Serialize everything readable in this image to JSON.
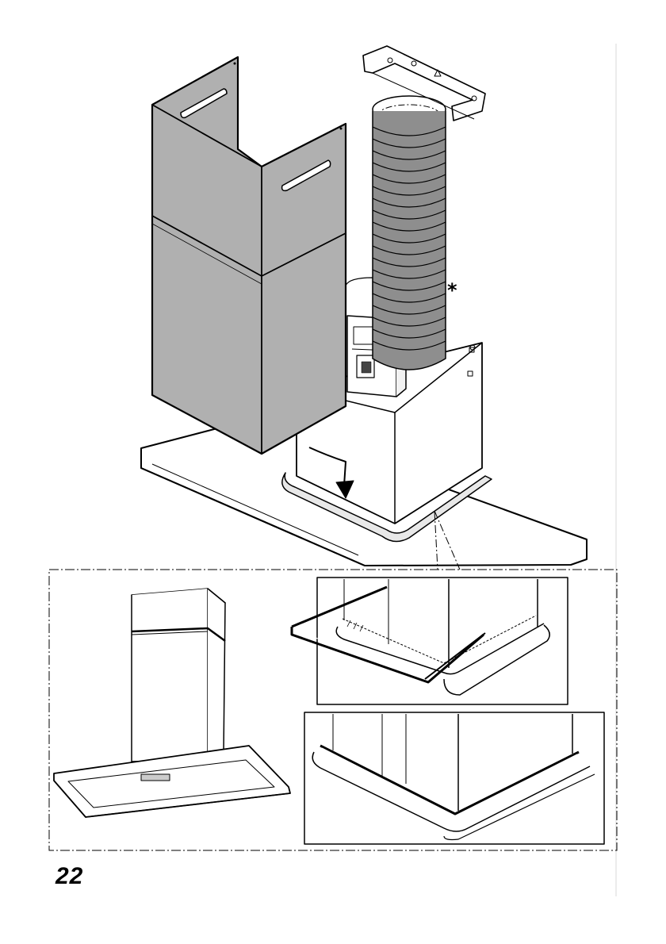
{
  "page": {
    "number": "22"
  },
  "annotations": {
    "asterisk": "*"
  },
  "figure": {
    "callouts": [
      "chimney-assembly",
      "flexible-duct",
      "wall-bracket",
      "edge-trim-insertion-detail",
      "edge-trim-installed-detail",
      "completed-hood-view"
    ],
    "colors": {
      "chimney_fill": "#b0b0b0",
      "duct_fill": "#8e8e8e",
      "line": "#000000",
      "background": "#ffffff"
    }
  }
}
